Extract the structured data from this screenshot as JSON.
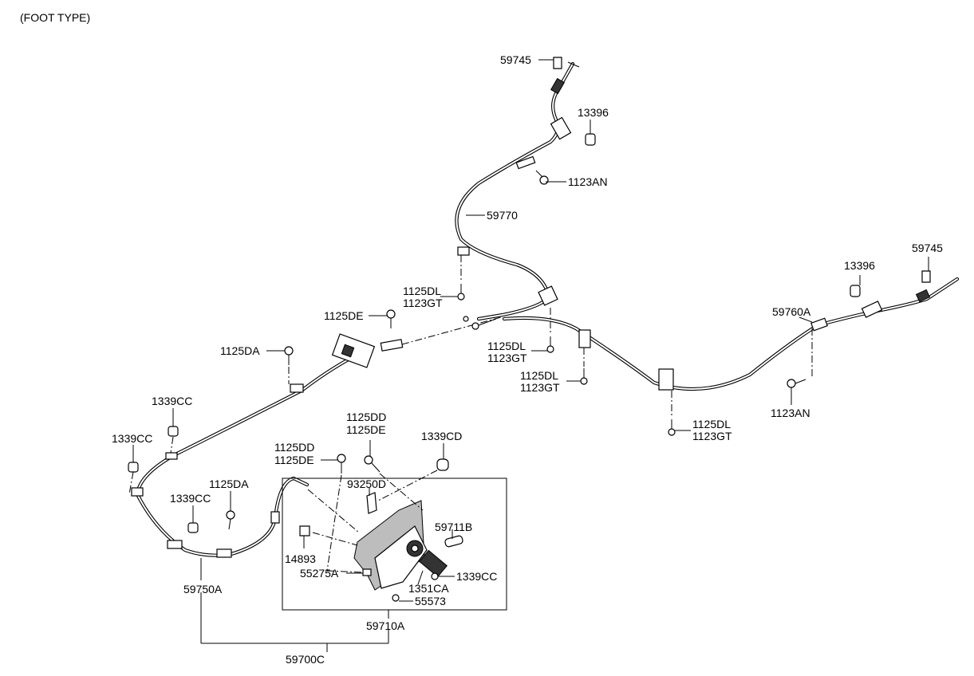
{
  "header": {
    "title": "(FOOT TYPE)"
  },
  "labels": {
    "p59745_top": "59745",
    "p13396_top": "13396",
    "p1123AN_top": "1123AN",
    "p59770": "59770",
    "p1125DL_a": "1125DL",
    "p1123GT_a": "1123GT",
    "p1125DE_a": "1125DE",
    "p1125DA_a": "1125DA",
    "p1125DL_b": "1125DL",
    "p1123GT_b": "1123GT",
    "p1125DL_c": "1125DL",
    "p1123GT_c": "1123GT",
    "p13396_right": "13396",
    "p59745_right": "59745",
    "p59760A": "59760A",
    "p1123AN_right": "1123AN",
    "p1125DL_d": "1125DL",
    "p1123GT_d": "1123GT",
    "p1339CC_a": "1339CC",
    "p1339CC_b": "1339CC",
    "p1125DD_a": "1125DD",
    "p1125DE_b": "1125DE",
    "p1125DD_b": "1125DD",
    "p1125DE_c": "1125DE",
    "p1339CD": "1339CD",
    "p1125DA_b": "1125DA",
    "p1339CC_c": "1339CC",
    "p93250D": "93250D",
    "p59711B": "59711B",
    "p14893": "14893",
    "p55275A": "55275A",
    "p1339CC_d": "1339CC",
    "p1351CA": "1351CA",
    "p55573": "55573",
    "p59750A": "59750A",
    "p59710A": "59710A",
    "p59700C": "59700C"
  }
}
